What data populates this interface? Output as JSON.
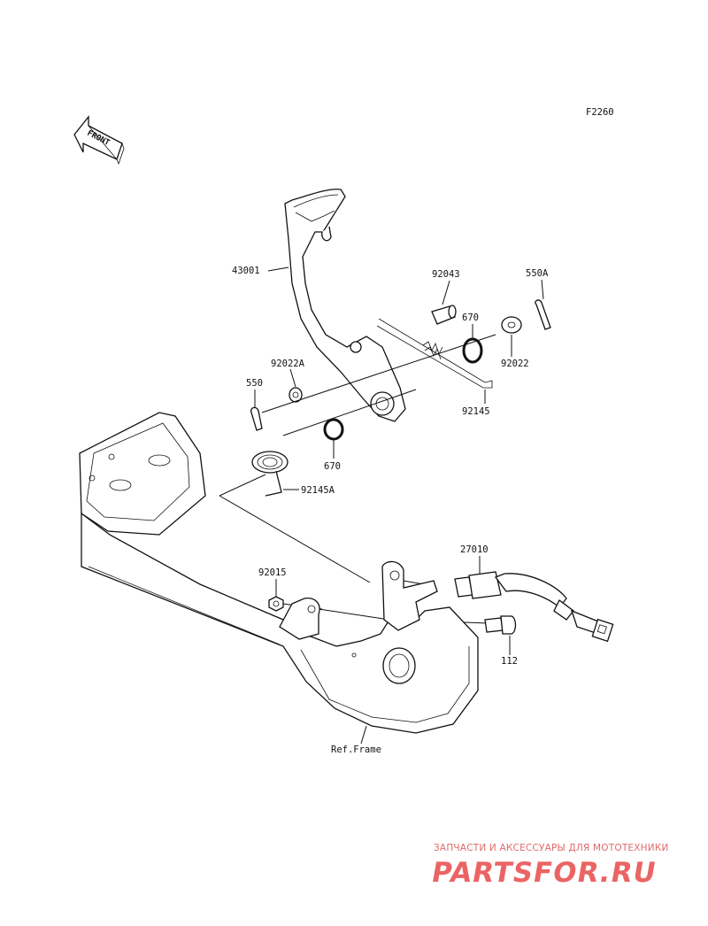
{
  "diagram_code": "F2260",
  "front_label": "FRONT",
  "parts": {
    "p43001": "43001",
    "p92043": "92043",
    "p550A": "550A",
    "p670_top": "670",
    "p92022": "92022",
    "p92022A": "92022A",
    "p550": "550",
    "p92145": "92145",
    "p670_low": "670",
    "p92145A": "92145A",
    "p27010": "27010",
    "p92015": "92015",
    "p112": "112",
    "ref_frame": "Ref.Frame"
  },
  "watermark": {
    "tagline": "ЗАПЧАСТИ И АКСЕССУАРЫ ДЛЯ МОТОТЕХНИКИ",
    "logo": "PARTSFOR.RU"
  }
}
